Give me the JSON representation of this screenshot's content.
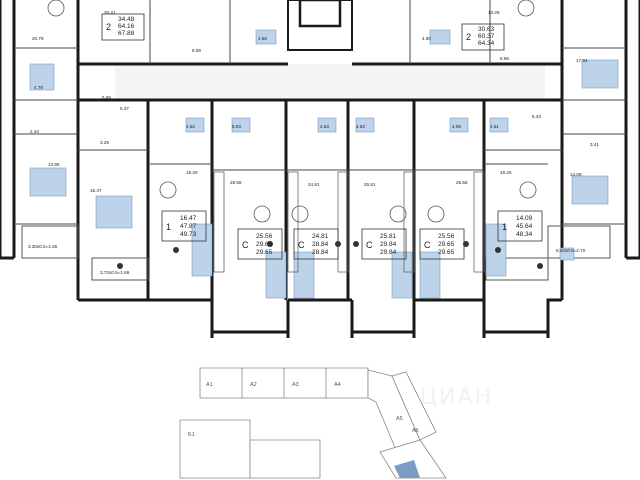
{
  "top_labels": [
    "20.79",
    "8.59",
    "4.86",
    "4.80",
    "20.41",
    "13.29",
    "8.86",
    "17.34",
    "6.66",
    "4.78",
    "2.44"
  ],
  "top_apartments": [
    {
      "rooms": "2",
      "areas": [
        "34.48",
        "64.16",
        "67.88"
      ]
    },
    {
      "rooms": "2",
      "areas": [
        "30.63",
        "60.37",
        "64.34"
      ]
    }
  ],
  "corridor_labels": [
    "6.37",
    "5.43",
    "3.29",
    "3.41"
  ],
  "bath_labels": [
    "4.52",
    "5.03",
    "4.63",
    "4.63",
    "4.06",
    "4.51"
  ],
  "kitchen_labels": [
    "18.20",
    "28.56",
    "24.81",
    "25.81",
    "25.56",
    "18.26"
  ],
  "bedroom_labels": [
    "13.95",
    "16.47",
    "14.09"
  ],
  "apartments": [
    {
      "rooms": "1",
      "areas": [
        "16.47",
        "47.87",
        "49.73"
      ]
    },
    {
      "rooms": "C",
      "areas": [
        "25.56",
        "29.65",
        "29.65"
      ]
    },
    {
      "rooms": "C",
      "areas": [
        "24.81",
        "28.84",
        "28.84"
      ]
    },
    {
      "rooms": "C",
      "areas": [
        "25.81",
        "29.84",
        "29.84"
      ]
    },
    {
      "rooms": "C",
      "areas": [
        "25.56",
        "29.65",
        "29.65"
      ]
    },
    {
      "rooms": "1",
      "areas": [
        "14.09",
        "45.64",
        "48.34"
      ]
    }
  ],
  "balconies": [
    "3.30x0.5=1.65",
    "3.72x0.5=1.86",
    "5.40x0.5=2.70"
  ],
  "sections": [
    "A1",
    "A2",
    "A3",
    "A4",
    "A5",
    "A6",
    "Б1"
  ],
  "watermark": "ЦИАН",
  "colors": {
    "wall": "#1a1a1a",
    "accent": "#bcd3ea",
    "accent_edge": "#7b9cc4",
    "line": "#888888"
  }
}
